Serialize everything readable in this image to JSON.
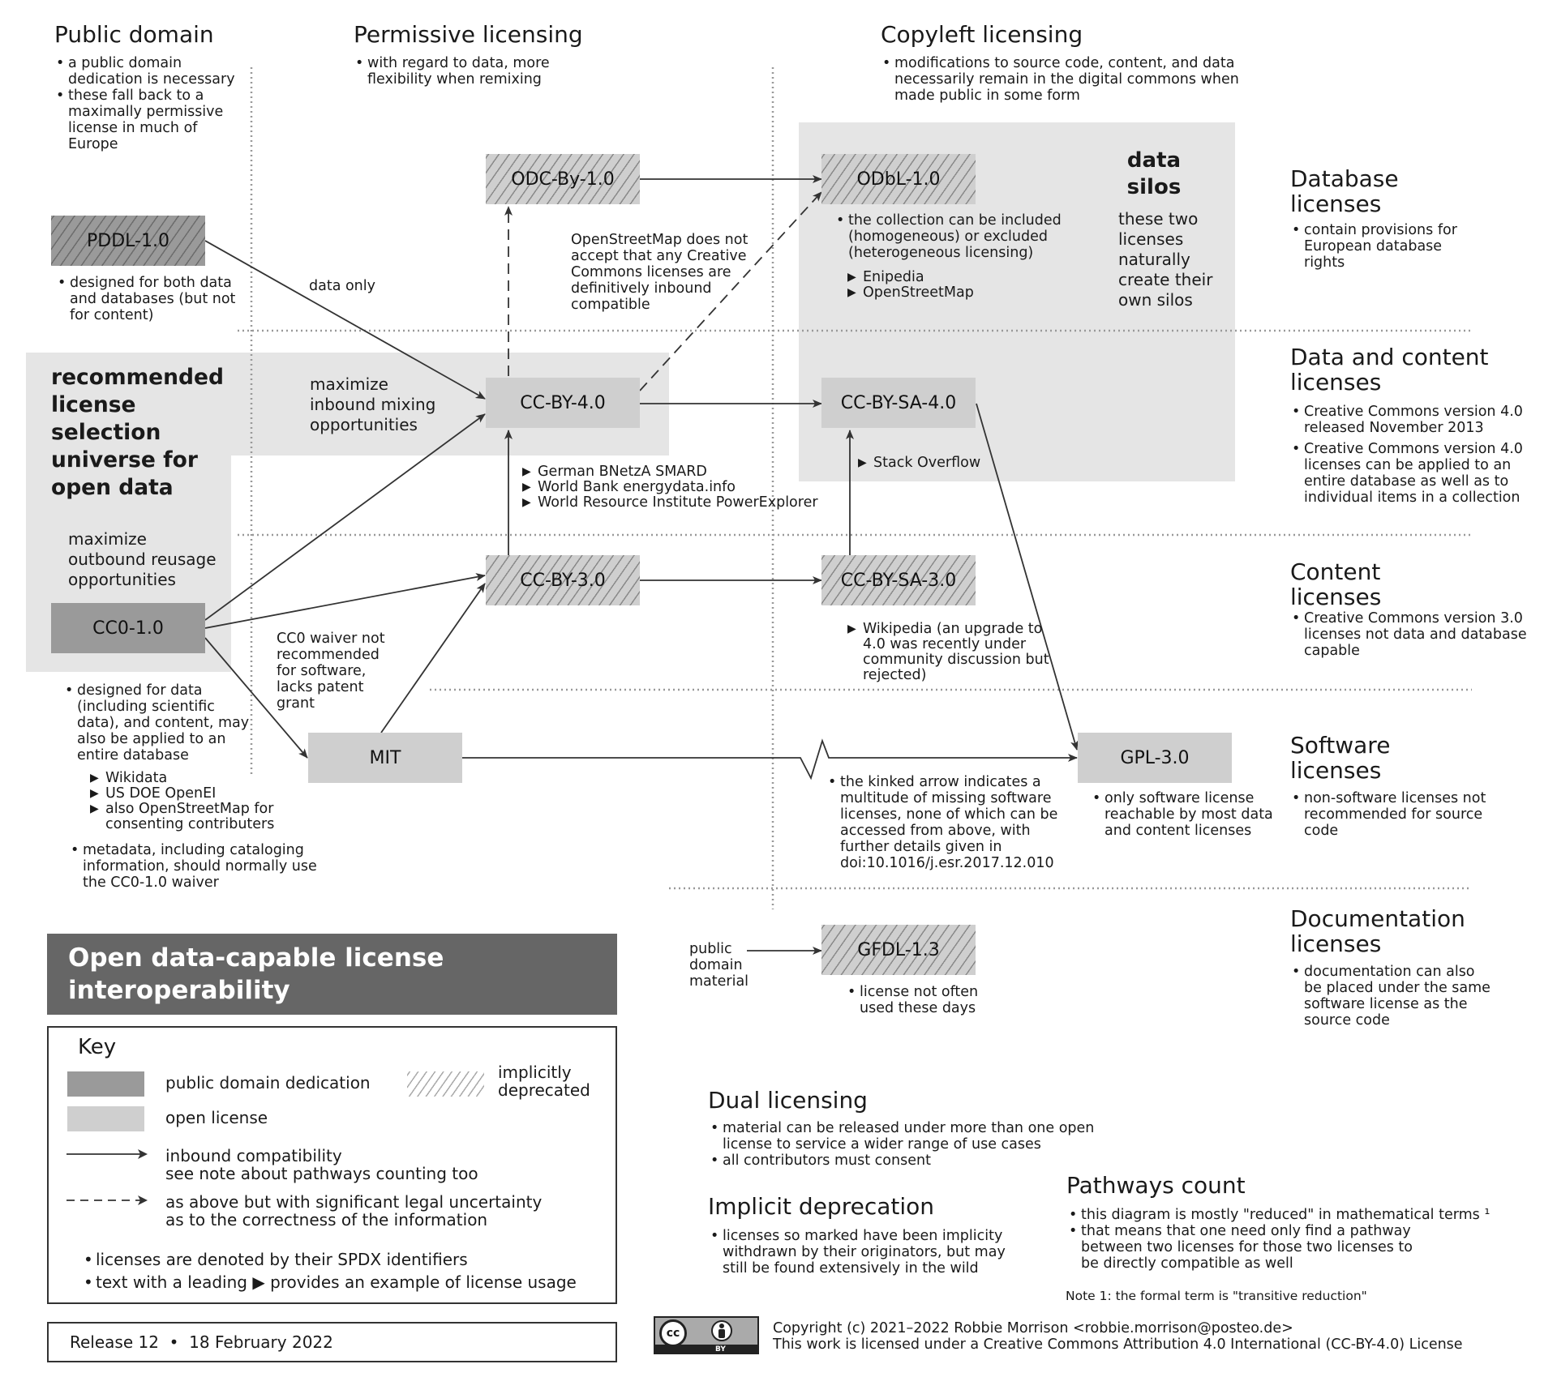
{
  "columns": {
    "public_domain": {
      "title": "Public domain",
      "notes": [
        "a public domain dedication is necessary",
        "these fall back to a maximally permissive license in much of Europe"
      ]
    },
    "permissive": {
      "title": "Permissive licensing",
      "notes": [
        "with regard to data, more flexibility when remixing"
      ]
    },
    "copyleft": {
      "title": "Copyleft licensing",
      "notes": [
        "modifications to source code, content, and data necessarily remain in the digital commons when made public in some form"
      ]
    }
  },
  "rows": [
    {
      "title": "Database licenses",
      "notes": [
        "contain provisions for European database rights"
      ]
    },
    {
      "title": "Data and content licenses",
      "notes": [
        "Creative Commons version 4.0 released November 2013",
        "Creative Commons version 4.0 licenses can be applied to an entire database as well as to individual items in a collection"
      ]
    },
    {
      "title": "Content licenses",
      "notes": [
        "Creative Commons version 3.0 licenses not data and database capable"
      ]
    },
    {
      "title": "Software licenses",
      "notes": [
        "non-software licenses not recommended for source code"
      ]
    },
    {
      "title": "Documentation licenses",
      "notes": [
        "documentation can also be placed under the same software license as the source code"
      ]
    }
  ],
  "licenses": {
    "pddl": "PDDL-1.0",
    "odc_by": "ODC-By-1.0",
    "odbl": "ODbL-1.0",
    "cc_by_4": "CC-BY-4.0",
    "cc_by_sa_4": "CC-BY-SA-4.0",
    "cc0": "CC0-1.0",
    "cc_by_3": "CC-BY-3.0",
    "cc_by_sa_3": "CC-BY-SA-3.0",
    "mit": "MIT",
    "gpl": "GPL-3.0",
    "gfdl": "GFDL-1.3"
  },
  "notes": {
    "pddl": [
      "designed for both data and databases (but not for content)"
    ],
    "data_only": "data only",
    "osm": "OpenStreetMap does not accept that any Creative Commons licenses are definitively inbound compatible",
    "odbl": [
      "the collection can be included (homogeneous) or excluded (heterogeneous licensing)"
    ],
    "odbl_examples": [
      "Enipedia",
      "OpenStreetMap"
    ],
    "silos_title": "data silos",
    "silos_text": "these two licenses naturally create their own silos",
    "recommended": "recommended license selection universe for open data",
    "inbound": "maximize inbound mixing opportunities",
    "outbound": "maximize outbound reusage opportunities",
    "cc_by_4_examples": [
      "German BNetzA SMARD",
      "World Bank energydata.info",
      "World Resource Institute PowerExplorer"
    ],
    "stack_overflow": "Stack Overflow",
    "cc0_software": "CC0 waiver not recommended for software, lacks patent grant",
    "wikipedia": "Wikipedia (an upgrade to 4.0 was recently under community discussion but rejected)",
    "cc0": [
      "designed for data (including scientific data), and content, may also be applied to an entire database"
    ],
    "cc0_examples": [
      "Wikidata",
      "US DOE OpenEI",
      "also OpenStreetMap for consenting contributers"
    ],
    "metadata": [
      "metadata, including cataloging information, should normally use the CC0-1.0 waiver"
    ],
    "kinked": [
      "the kinked arrow indicates a multitude of missing software licenses, none of which can be accessed from above, with further details given in doi:10.1016/j.esr.2017.12.010"
    ],
    "gpl": [
      "only software license reachable by most data and content licenses"
    ],
    "public_domain_material": "public domain material",
    "gfdl": [
      "license not often used these days"
    ]
  },
  "title_box": "Open data-capable license interoperability",
  "key": {
    "title": "Key",
    "pd": "public domain dedication",
    "open": "open license",
    "deprecated": "implicitly deprecated",
    "inbound": "inbound compatibility",
    "inbound2": "see note about pathways counting too",
    "uncertain": "as above but with significant legal uncertainty",
    "uncertain2": "as to the correctness of the information",
    "notes": [
      "licenses are denoted by their SPDX identifiers",
      "text with a leading ▶ provides an example of license usage"
    ]
  },
  "release": "Release 12  •  18 February 2022",
  "dual": {
    "title": "Dual licensing",
    "notes": [
      "material can be released under more than one open license to service a wider range of use cases",
      "all contributors must consent"
    ]
  },
  "implicit": {
    "title": "Implicit deprecation",
    "notes": [
      "licenses so marked have been implicity withdrawn by their originators, but may still be found extensively in the wild"
    ]
  },
  "pathways": {
    "title": "Pathways count",
    "notes": [
      "this diagram is mostly \"reduced\" in mathematical terms ¹",
      "that means that one need only find a pathway between two licenses for those two licenses to be directly compatible as well"
    ],
    "footnote": "Note 1: the formal term is \"transitive reduction\""
  },
  "cc_badge": {
    "cc": "cc",
    "by": "BY"
  },
  "copyright": "Copyright (c) 2021–2022 Robbie Morrison <robbie.morrison@posteo.de>",
  "license_line": "This work is licensed under a Creative Commons Attribution 4.0 International (CC-BY-4.0) License",
  "colors": {
    "dark_box": "#9a9a9a",
    "light_box": "#cfcfcf",
    "region": "#e5e5e5",
    "title_box": "#666666"
  }
}
